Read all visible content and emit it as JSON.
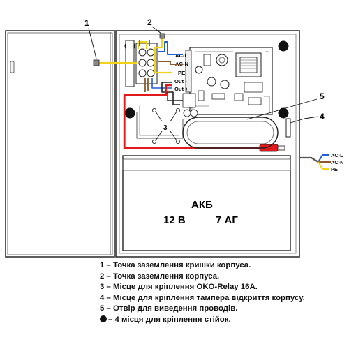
{
  "callouts": {
    "c1": "1",
    "c2": "2",
    "c3": "3",
    "c4": "4",
    "c5": "5"
  },
  "terminals": {
    "ac_l": "AC-L",
    "ac_n": "AC-N",
    "pe": "PE",
    "out_minus": "Out -",
    "out_plus": "Out +"
  },
  "external_cable": {
    "ac_l": "AC-L",
    "ac_n": "AC-N",
    "pe": "PE"
  },
  "battery": {
    "name": "АКБ",
    "voltage": "12 В",
    "capacity": "7 АГ"
  },
  "legend": [
    {
      "num": "1",
      "text": "Точка заземлення кришки корпуса."
    },
    {
      "num": "2",
      "text": "Точка заземлення корпуса."
    },
    {
      "num": "3",
      "text": "Місце для кріплення OKO-Relay 16A."
    },
    {
      "num": "4",
      "text": "Місце для кріплення тампера відкриття корпусу."
    },
    {
      "num": "5",
      "text": "Отвір для виведення проводів."
    },
    {
      "num": "",
      "text": "4 місця для кріплення стійок."
    }
  ],
  "colors": {
    "wire_l": "#1f5fd6",
    "wire_n": "#8b5a2b",
    "wire_pe": "#f2d31b",
    "wire_red": "#e01a1a"
  },
  "icons": [
    "mount-hole-icon",
    "ground-point-icon",
    "transformer-icon",
    "capacitor-icon"
  ]
}
